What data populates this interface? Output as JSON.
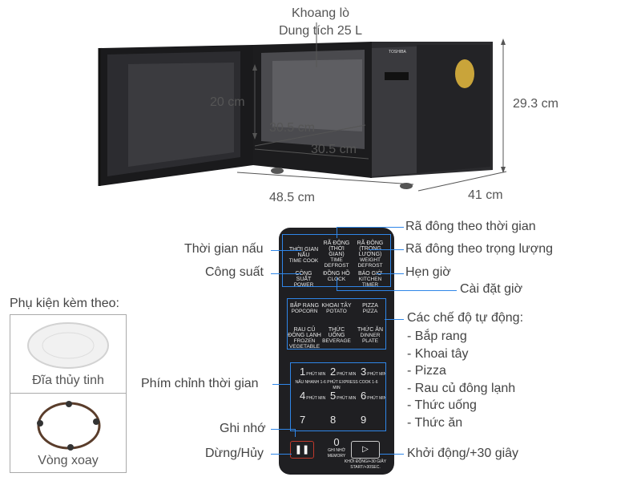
{
  "top": {
    "chamber_title": "Khoang lò",
    "capacity": "Dung tích 25 L"
  },
  "dimensions": {
    "inner_height": "20 cm",
    "inner_depth": "30.5 cm",
    "inner_width": "30.5 cm",
    "outer_height": "29.3 cm",
    "outer_width": "48.5 cm",
    "outer_depth": "41 cm"
  },
  "brand": "TOSHIBA",
  "panel_labels": {
    "time_defrost": "Rã đông theo thời gian",
    "cook_time": "Thời gian nấu",
    "weight_defrost": "Rã đông theo trọng lượng",
    "power": "Công suất",
    "timer": "Hẹn giờ",
    "clock": "Cài đặt giờ",
    "auto_modes_title": "Các chế độ tự động:",
    "auto_modes": [
      "- Bắp rang",
      "- Khoai tây",
      "- Pizza",
      "- Rau củ đông lạnh",
      "- Thức uống",
      "- Thức ăn"
    ],
    "time_keys": "Phím chỉnh thời gian",
    "memory": "Ghi nhớ",
    "stop_cancel": "Dừng/Hủy",
    "start": "Khởi động/+30 giây"
  },
  "keys": {
    "row1": [
      {
        "vn": "THỜI GIAN NẤU",
        "en": "TIME COOK"
      },
      {
        "vn": "RÃ ĐÔNG (THỜI GIAN)",
        "en": "TIME DEFROST"
      },
      {
        "vn": "RÃ ĐÔNG (TRỌNG LƯỢNG)",
        "en": "WEIGHT DEFROST"
      }
    ],
    "row2": [
      {
        "vn": "CÔNG SUẤT",
        "en": "POWER"
      },
      {
        "vn": "ĐỒNG HỒ",
        "en": "CLOCK"
      },
      {
        "vn": "BÁO GIỜ",
        "en": "KITCHEN TIMER"
      }
    ],
    "auto1": [
      {
        "vn": "BẮP RANG",
        "en": "POPCORN"
      },
      {
        "vn": "KHOAI TÂY",
        "en": "POTATO"
      },
      {
        "vn": "PIZZA",
        "en": "PIZZA"
      }
    ],
    "auto2": [
      {
        "vn": "RAU CỦ ĐÔNG LẠNH",
        "en": "FROZEN VEGETABLE"
      },
      {
        "vn": "THỨC UỐNG",
        "en": "BEVERAGE"
      },
      {
        "vn": "THỨC ĂN",
        "en": "DINNER PLATE"
      }
    ],
    "numbers": [
      "1",
      "2",
      "3",
      "4",
      "5",
      "6",
      "7",
      "8",
      "9",
      "0"
    ],
    "num_sub": [
      "PHÚT MIN",
      "PHÚT MIN",
      "PHÚT MIN",
      "PHÚT MIN",
      "PHÚT MIN",
      "PHÚT MIN"
    ],
    "express": "NẤU NHANH 1-6 PHÚT EXPRESS COOK 1-6 MIN",
    "memory_key": "GHI NHỚ MEMORY",
    "start_key": "KHỞI ĐỘNG/+30 GIÂY START/+30SEC."
  },
  "accessories": {
    "title": "Phụ kiện kèm theo:",
    "item1": "Đĩa thủy tinh",
    "item2": "Vòng xoay"
  }
}
